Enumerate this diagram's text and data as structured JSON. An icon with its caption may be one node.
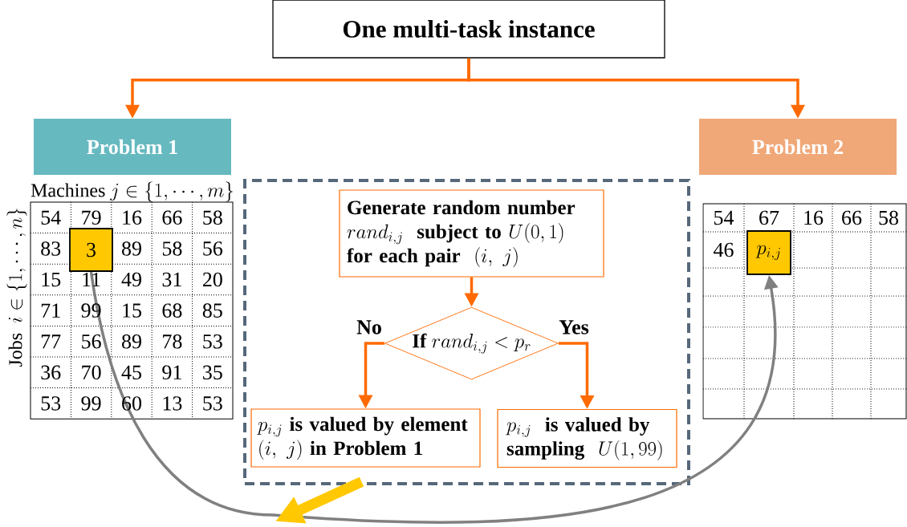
{
  "diagram": {
    "nodes": [
      {
        "text": [
          "One multi-task instance"
        ]
      },
      {
        "text": [
          "Problem 1"
        ]
      },
      {
        "text": [
          "Problem 2"
        ]
      },
      {
        "text": [],
        "shape": "box"
      },
      {
        "text": [
          "\\begin{array}{l}\\textbf{Generate random number}\\\\ rand_{i,j}\\ \\ \\textbf{subject to}\\ U(0,1)\\\\ \\textbf{for each pair}\\ \\ (i,\\ j)\\end{array}"
        ],
        "in": 3
      },
      {
        "text": [
          "\\textbf{If}\\ rand_{i,j} < p_r"
        ],
        "in": 3
      },
      {
        "text": [
          "\\begin{array}{l}p_{i,j}\\ \\textbf{is valued by element}\\\\ (i,\\ j)\\ \\textbf{in Problem 1}\\end{array}"
        ],
        "in": 3
      },
      {
        "text": [
          "\\begin{array}{l}p_{i,j}\\ \\ \\textbf{is valued by}\\\\ \\textbf{sampling}\\ \\ U(1,99)\\end{array}"
        ],
        "in": 3
      },
      {
        "text": [
          "3"
        ]
      },
      {
        "text": [
          "p_{i,j}"
        ]
      }
    ],
    "edges": [
      {
        "from": 0,
        "to": 1,
        "arrow": "to"
      },
      {
        "from": 0,
        "to": 2,
        "arrow": "to"
      },
      {
        "from": 4,
        "to": 5,
        "arrow": "to"
      },
      {
        "from": 5,
        "to": 6,
        "arrow": "to",
        "label": "No"
      },
      {
        "from": 5,
        "to": 7,
        "arrow": "to",
        "label": "Yes"
      },
      {
        "from": 8,
        "to": 9,
        "arrow": "to",
        "color": "#808080"
      },
      {
        "from": 6,
        "to": null,
        "arrow": "to",
        "style": "thick",
        "color": "#ffc800"
      }
    ],
    "labels": [
      "\\mbox{Machines}\\ j \\in \\{1, \\cdots, m\\}",
      "\\mbox{Jobs}\\ \\ i \\in \\{1, \\cdots, n\\}",
      "54",
      "79",
      "16",
      "66",
      "58",
      "83",
      "89",
      "58",
      "56",
      "15",
      "11",
      "49",
      "31",
      "20",
      "71",
      "99",
      "15",
      "68",
      "85",
      "77",
      "56",
      "89",
      "78",
      "53",
      "36",
      "70",
      "45",
      "91",
      "35",
      "53",
      "99",
      "60",
      "13",
      "53",
      "54",
      "67",
      "16",
      "66",
      "58",
      "46"
    ]
  }
}
